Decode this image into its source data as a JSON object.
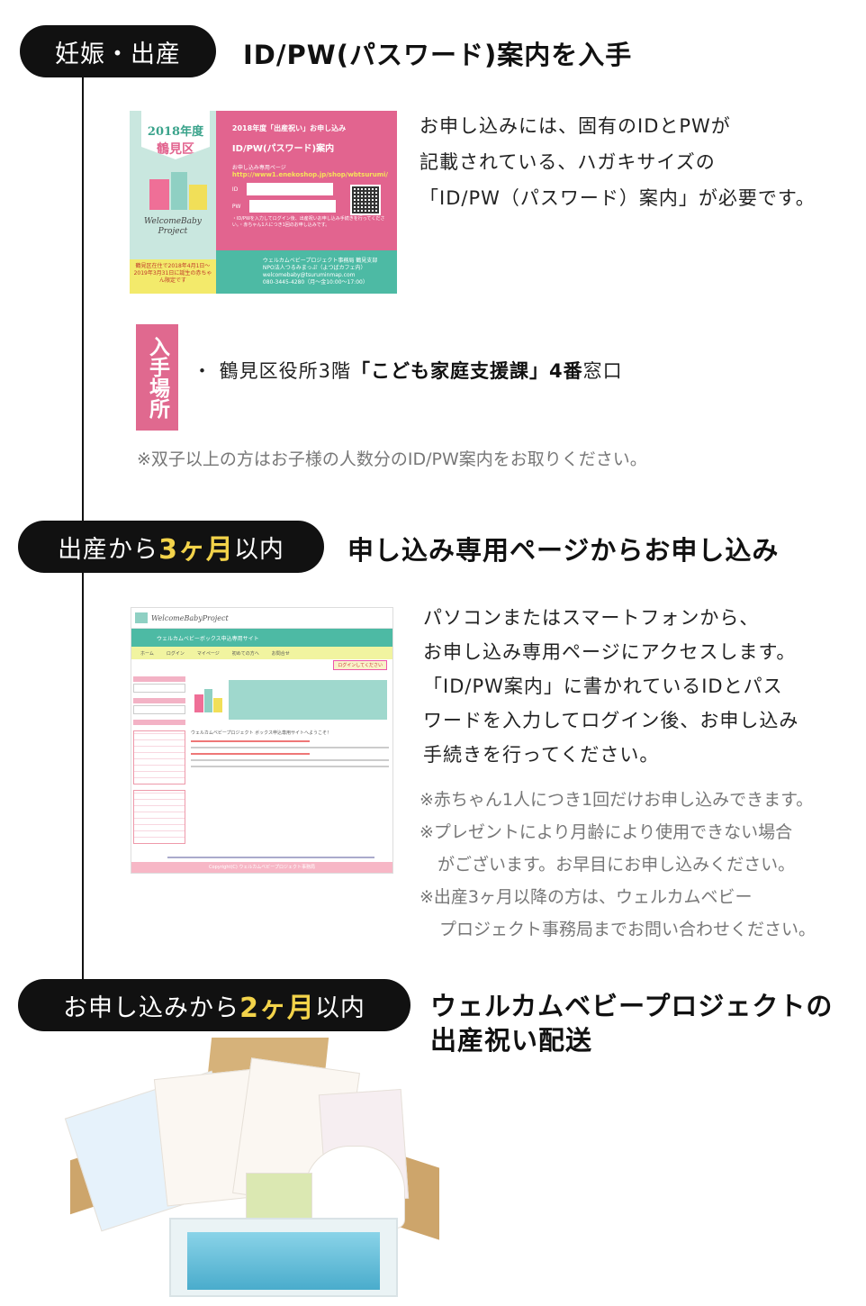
{
  "step1": {
    "pill": "妊娠・出産",
    "heading": "ID/PW(パスワード)案内を入手",
    "desc": [
      "お申し込みには、固有のIDとPWが",
      "記載されている、ハガキサイズの",
      "「ID/PW（パスワード）案内」が必要です。"
    ],
    "card": {
      "year": "2018年度",
      "ward": "鶴見区",
      "logo_line1": "WelcomeBaby",
      "logo_line2": "Project",
      "eligibility": "鶴見区在住で2018年4月1日〜2019年3月31日に誕生の赤ちゃん限定です",
      "subtitle": "2018年度「出産祝い」お申し込み",
      "title": "ID/PW(パスワード)案内",
      "page_label": "お申し込み専用ページ",
      "url": "http://www1.enekoshop.jp/shop/wbtsurumi/",
      "id_label": "ID",
      "pw_label": "PW",
      "notes": "・ID/PWを入力してログイン後、出産祝いお申し込み手続きを行ってください。・赤ちゃん1人につき1回のお申し込みです。",
      "office": "ウェルカムベビープロジェクト事務局 鶴見支部",
      "org": "NPO法人つるみまっぷ（よつばカフェ内）",
      "email": "welcomebaby@tsuruminmap.com",
      "tel": "080-3445-4280（月〜金10:00〜17:00）"
    },
    "location_label": "入手場所",
    "location_prefix": "・ 鶴見区役所3階",
    "location_bold": "「こども家庭支援課」4番",
    "location_suffix": "窓口",
    "note": "※双子以上の方はお子様の人数分のID/PW案内をお取りください。"
  },
  "step2": {
    "pill_pre": "出産から",
    "pill_hl": "3ヶ月",
    "pill_post": "以内",
    "heading": "申し込み専用ページからお申し込み",
    "desc": [
      "パソコンまたはスマートフォンから、",
      "お申し込み専用ページにアクセスします。",
      "「ID/PW案内」に書かれているIDとパス",
      "ワードを入力してログイン後、お申し込み",
      "手続きを行ってください。"
    ],
    "notes": [
      "※赤ちゃん1人につき1回だけお申し込みできます。",
      "※プレゼントにより月齢により使用できない場合",
      "がございます。お早目にお申し込みください。",
      "※出産3ヶ月以降の方は、ウェルカムベビー",
      "プロジェクト事務局までお問い合わせください。"
    ],
    "site": {
      "logo": "WelcomeBabyProject",
      "banner": "ウェルカムベビーボックス申込専用サイト",
      "nav": [
        "ホーム",
        "ログイン",
        "マイページ",
        "初めての方へ",
        "お問合せ"
      ],
      "login_btn": "ログインしてください",
      "welcome": "ウェルカムベビープロジェクト ボックス申込専用サイトへようこそ！",
      "copyright": "Copyright(C) ウェルカムベビープロジェクト事務局"
    }
  },
  "step3": {
    "pill_pre": "お申し込みから",
    "pill_hl": "2ヶ月",
    "pill_post": "以内",
    "heading_line1": "ウェルカムベビープロジェクトの",
    "heading_line2": "出産祝い配送"
  },
  "colors": {
    "pill_bg": "#111111",
    "highlight": "#f3d34a",
    "pink": "#e2648f",
    "teal": "#4dbaa4"
  }
}
